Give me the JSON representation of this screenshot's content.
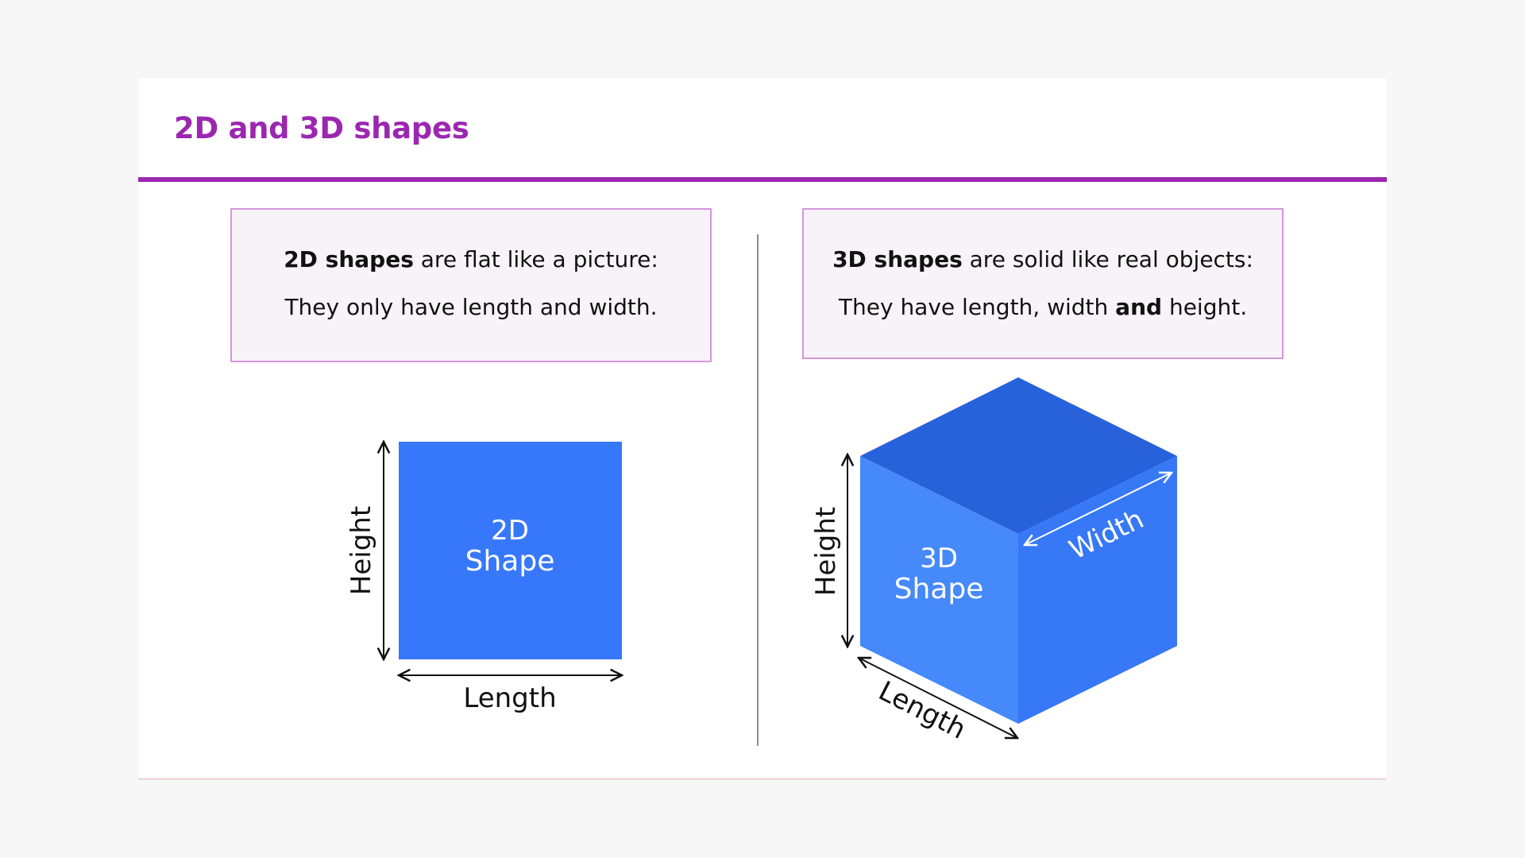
{
  "slide": {
    "title": "2D and 3D shapes",
    "title_color": "#9b27b0"
  },
  "left_box": {
    "bold_term": "2D shapes",
    "line1_rest": " are flat like a picture:",
    "line2": "They only have length and width."
  },
  "right_box": {
    "bold_term": "3D shapes",
    "line1_rest": " are solid like real objects:",
    "line2_start": "They have length, width ",
    "line2_bold": "and",
    "line2_end": " height."
  },
  "square_diagram": {
    "shape_label_line1": "2D",
    "shape_label_line2": "Shape",
    "height_label": "Height",
    "length_label": "Length",
    "fill_color": "#3778fb"
  },
  "cube_diagram": {
    "shape_label_line1": "3D",
    "shape_label_line2": "Shape",
    "height_label": "Height",
    "width_label": "Width",
    "length_label": "Length",
    "top_color": "#2862da",
    "front_color": "#4589fb",
    "side_color": "#3778f6"
  }
}
